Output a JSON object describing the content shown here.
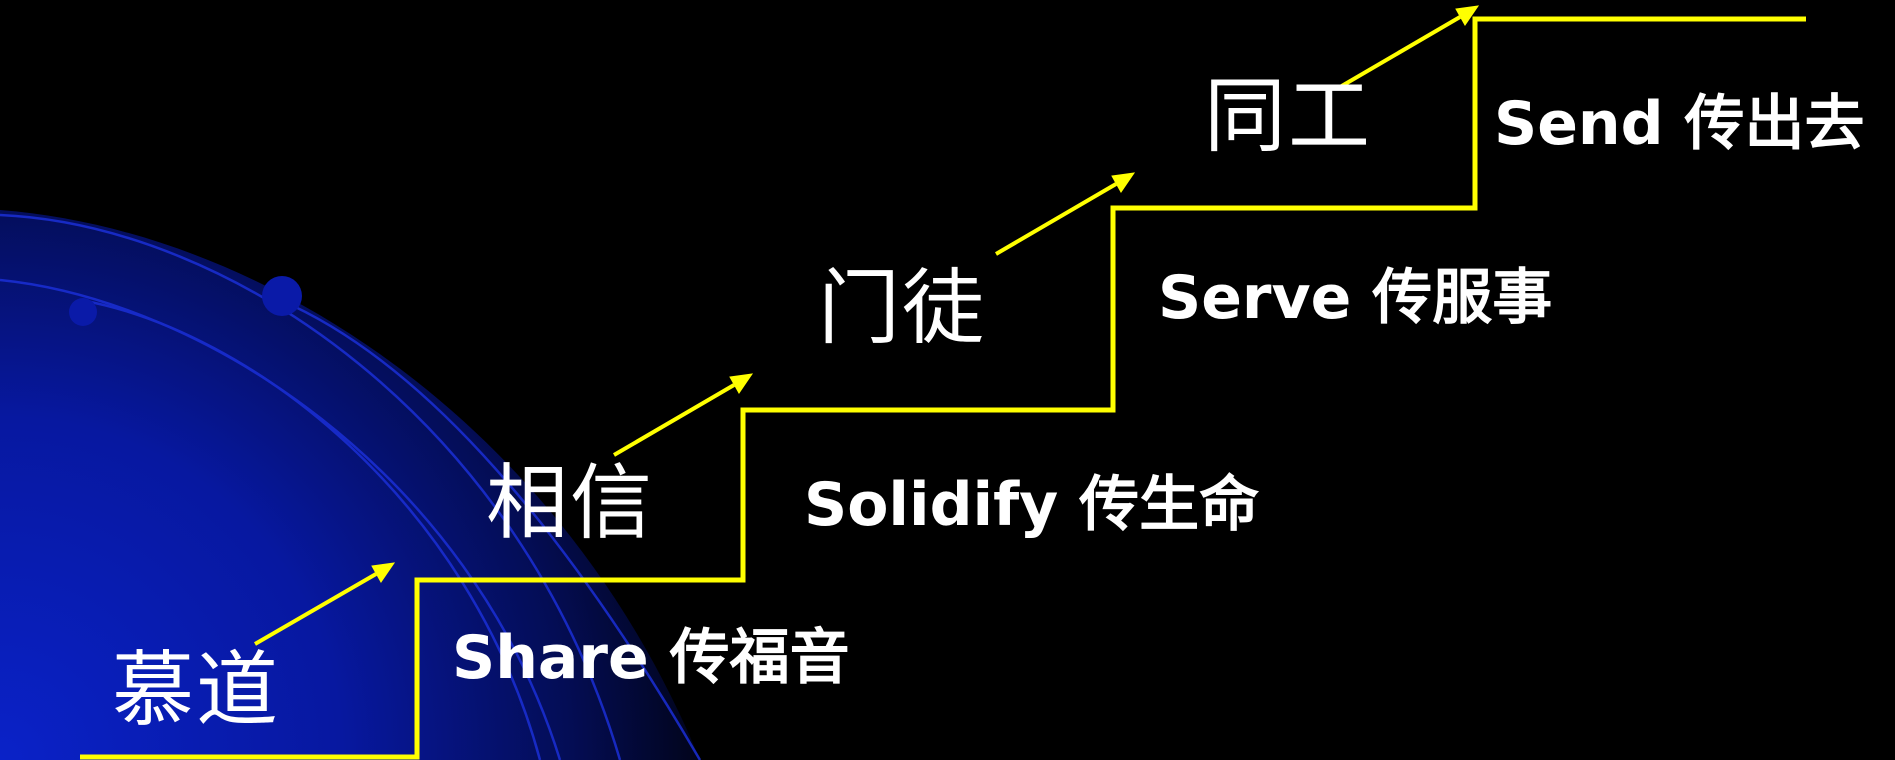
{
  "colors": {
    "background": "#000000",
    "accent_blue": "#0a22c8",
    "stair_line": "#ffff00",
    "arrow": "#ffff00",
    "text": "#ffffff"
  },
  "stages": [
    {
      "label": "慕道"
    },
    {
      "label": "相信"
    },
    {
      "label": "门徒"
    },
    {
      "label": "同工"
    }
  ],
  "steps": [
    {
      "label": "Share 传福音"
    },
    {
      "label": "Solidify 传生命"
    },
    {
      "label": "Serve 传服事"
    },
    {
      "label": "Send 传出去"
    }
  ]
}
